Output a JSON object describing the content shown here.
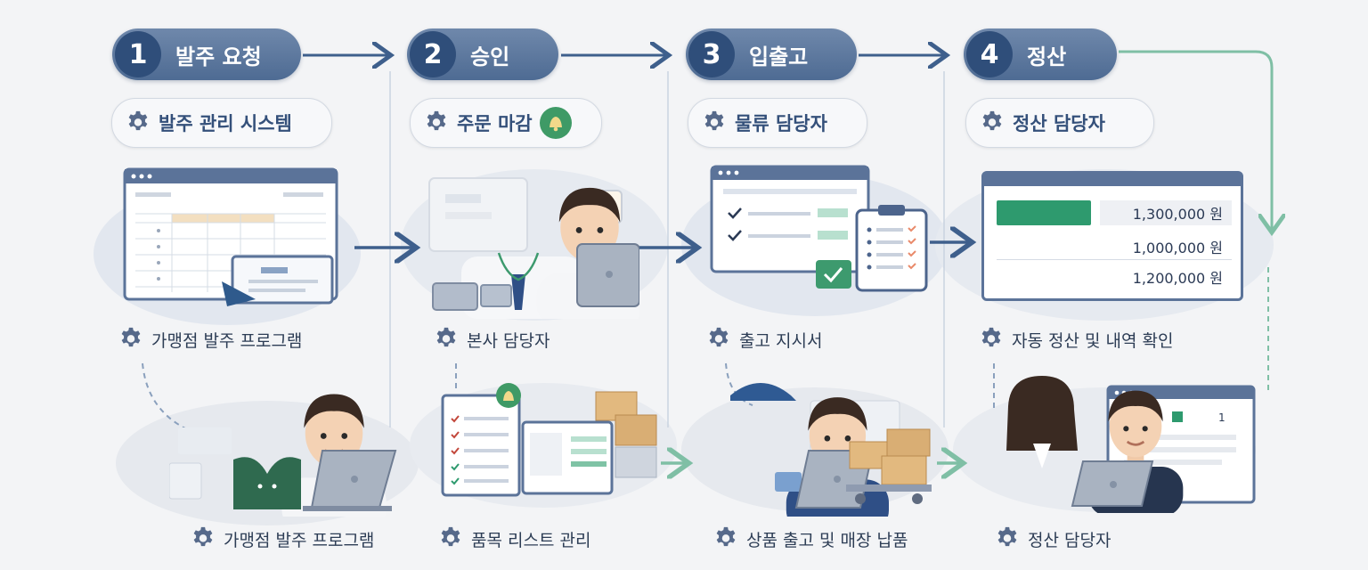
{
  "steps": [
    {
      "num": "1",
      "label": "발주 요청"
    },
    {
      "num": "2",
      "label": "승인"
    },
    {
      "num": "3",
      "label": "입출고"
    },
    {
      "num": "4",
      "label": "정산"
    }
  ],
  "roles": [
    {
      "label": "발주 관리 시스템",
      "icon": "gear-icon"
    },
    {
      "label": "주문 마감",
      "icon": "gear-icon",
      "badge": "bell-icon"
    },
    {
      "label": "물류 담당자",
      "icon": "gear-icon"
    },
    {
      "label": "정산 담당자",
      "icon": "gear-icon"
    }
  ],
  "middle_captions": [
    {
      "label": "가맹점 발주 프로그램"
    },
    {
      "label": "본사 담당자"
    },
    {
      "label": "출고 지시서"
    },
    {
      "label": "자동 정산 및 내역 확인"
    }
  ],
  "bottom_captions": [
    {
      "label": "가맹점 발주 프로그램"
    },
    {
      "label": "품목 리스트 관리"
    },
    {
      "label": "상품 출고 및 매장 납품"
    },
    {
      "label": "정산 담당자"
    }
  ],
  "settlement_amounts": [
    "1,300,000 원",
    "1,000,000 원",
    "1,200,000 원"
  ],
  "screen_digit": "1",
  "colors": {
    "primary": "#2f4e7a",
    "pill": "#5a7599",
    "accent_green": "#2e9a6e",
    "flow_green": "#7fbfa5",
    "text": "#34507a"
  }
}
